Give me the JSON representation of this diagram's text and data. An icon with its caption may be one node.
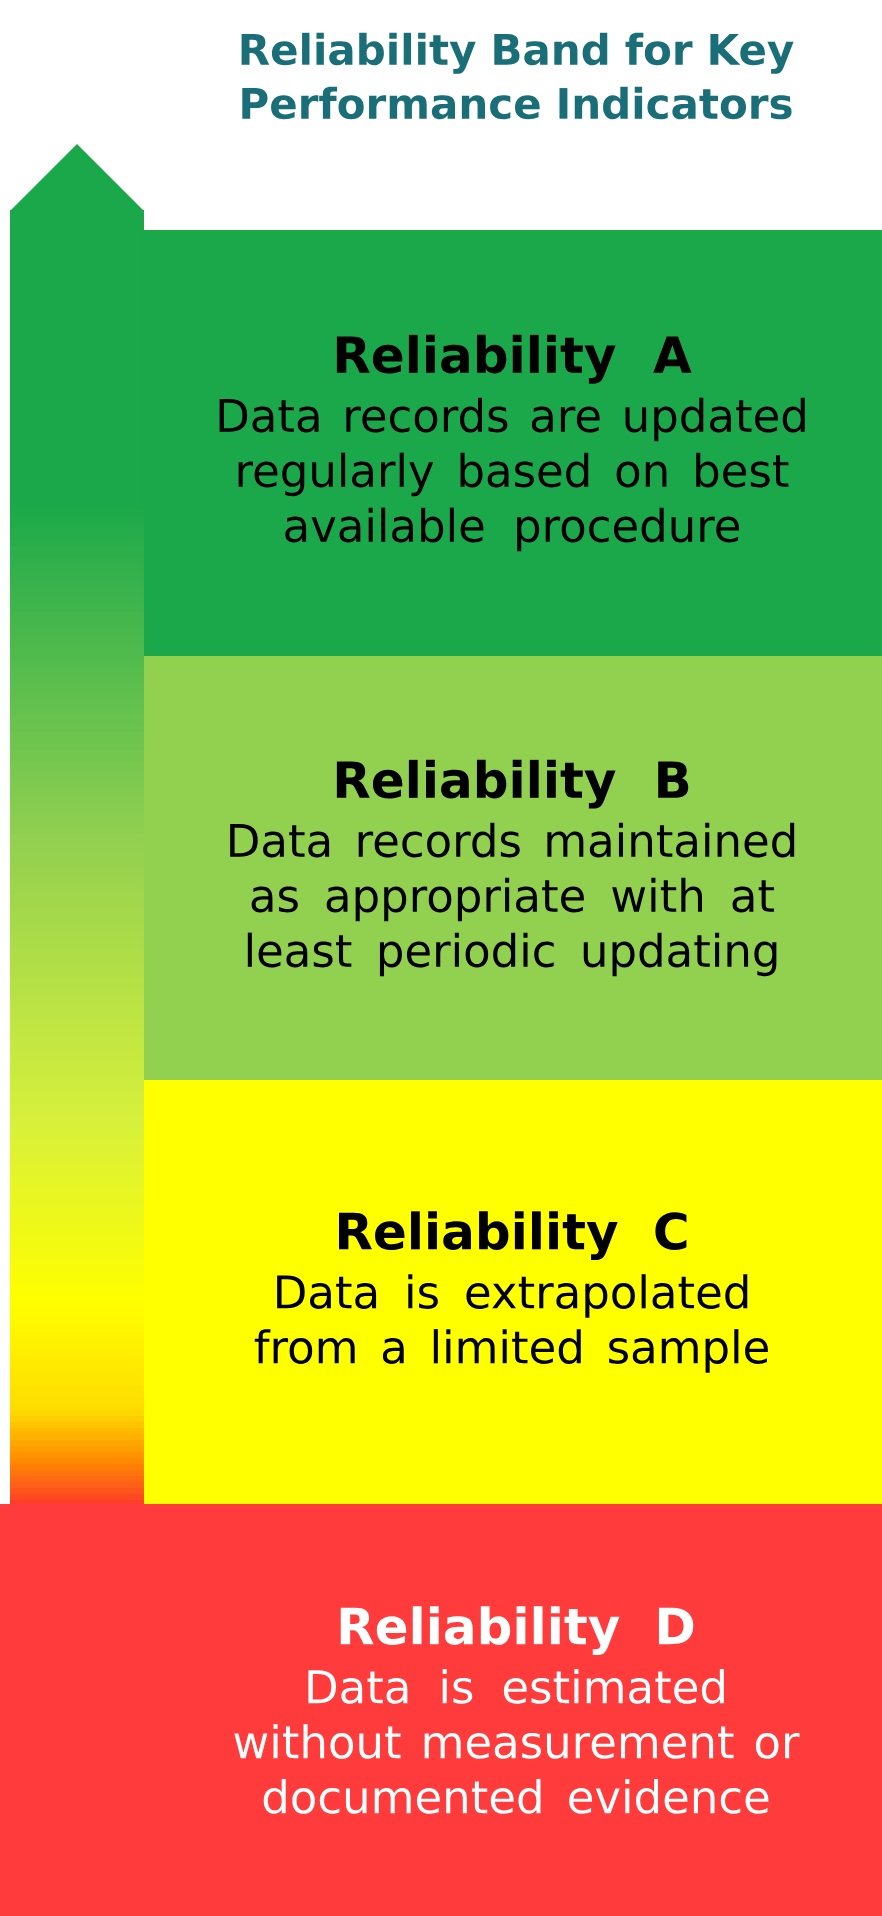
{
  "diagram": {
    "title": "Reliability Band for Key Performance Indicators",
    "nodes": [
      {
        "text": [
          "Reliability A",
          "Data records are updated regularly based on best available procedure"
        ]
      },
      {
        "text": [
          "Reliability B",
          "Data records maintained as appropriate with at least periodic updating"
        ]
      },
      {
        "text": [
          "Reliability C",
          "Data is extrapolated from a limited sample"
        ]
      },
      {
        "text": [
          "Reliability D",
          "Data is estimated without measurement or documented evidence"
        ]
      }
    ]
  }
}
